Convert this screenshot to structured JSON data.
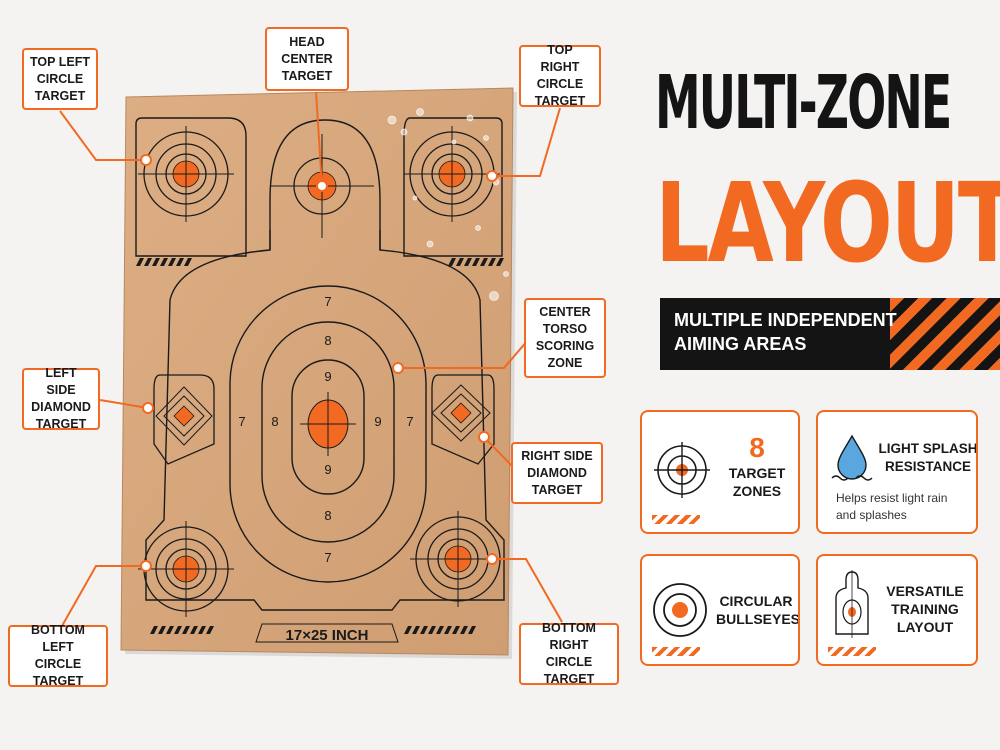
{
  "callouts": {
    "top_left": [
      "TOP LEFT",
      "CIRCLE",
      "TARGET"
    ],
    "head": [
      "HEAD",
      "CENTER",
      "TARGET"
    ],
    "top_right": [
      "TOP RIGHT",
      "CIRCLE",
      "TARGET"
    ],
    "center_torso": [
      "CENTER",
      "TORSO",
      "SCORING",
      "ZONE"
    ],
    "left_side": [
      "LEFT SIDE",
      "DIAMOND",
      "TARGET"
    ],
    "right_side": [
      "RIGHT SIDE",
      "DIAMOND",
      "TARGET"
    ],
    "bottom_left": [
      "BOTTOM LEFT",
      "CIRCLE",
      "TARGET"
    ],
    "bottom_right": [
      "BOTTOM RIGHT",
      "CIRCLE",
      "TARGET"
    ]
  },
  "target": {
    "size_label": "17×25 INCH",
    "scores": {
      "outer": "7",
      "middle": "8",
      "inner": "9"
    }
  },
  "title": {
    "line1": "MULTI-ZONE",
    "line2": "LAYOUT"
  },
  "banner": {
    "line1": "MULTIPLE INDEPENDENT",
    "line2": "AIMING AREAS"
  },
  "features": {
    "zones": {
      "number": "8",
      "line1": "TARGET",
      "line2": "ZONES"
    },
    "splash": {
      "line1": "LIGHT SPLASH",
      "line2": "RESISTANCE",
      "sub1": "Helps resist light rain",
      "sub2": "and splashes"
    },
    "bullseyes": {
      "line1": "CIRCULAR",
      "line2": "BULLSEYES"
    },
    "versatile": {
      "line1": "VERSATILE",
      "line2": "TRAINING",
      "line3": "LAYOUT"
    }
  },
  "colors": {
    "accent": "#f26a21",
    "kraft": "#d6a57a",
    "ink": "#1a1a1a",
    "dark": "#141414",
    "water": "#5aa7e0"
  }
}
